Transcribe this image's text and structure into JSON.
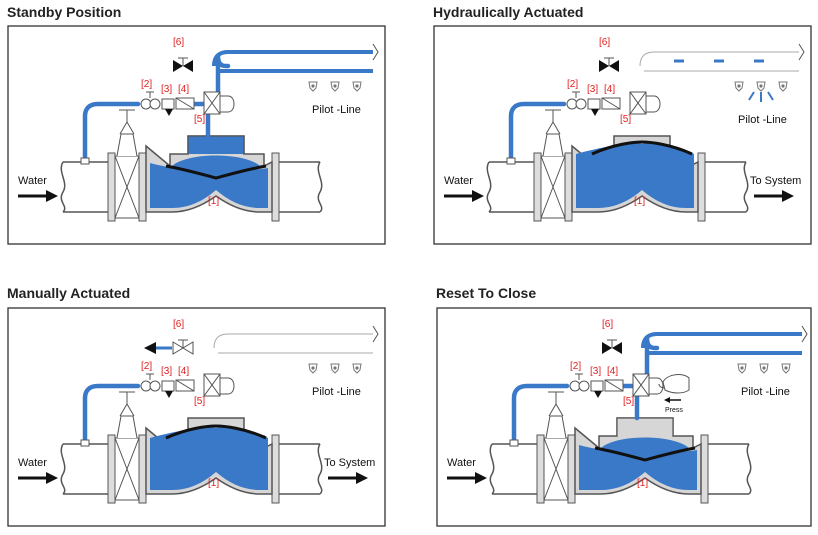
{
  "panels": [
    {
      "title": "Standby Position",
      "pilot_label": "Pilot -Line",
      "inlet_label": "Water",
      "outlet_label": ""
    },
    {
      "title": "Hydraulically Actuated",
      "pilot_label": "Pilot -Line",
      "inlet_label": "Water",
      "outlet_label": "To System"
    },
    {
      "title": "Manually Actuated",
      "pilot_label": "Pilot -Line",
      "inlet_label": "Water",
      "outlet_label": "To System"
    },
    {
      "title": "Reset To Close",
      "pilot_label": "Pilot -Line",
      "inlet_label": "Water",
      "outlet_label": "",
      "press_label": "Press"
    }
  ],
  "component_labels": [
    "[1]",
    "[2]",
    "[3]",
    "[4]",
    "[5]",
    "[6]"
  ],
  "colors": {
    "water": "#3a78c8",
    "body_gray": "#d6d6d6",
    "outline": "#555555",
    "label_red": "#e02020",
    "arrow": "#111111"
  }
}
